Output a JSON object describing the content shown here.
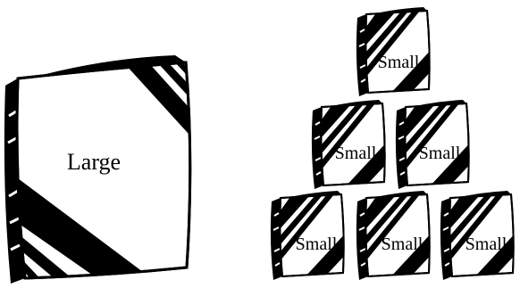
{
  "colors": {
    "ink": "#000000",
    "paper": "#ffffff"
  },
  "large_box": {
    "label": "Large"
  },
  "small_boxes": [
    {
      "label": "Small"
    },
    {
      "label": "Small"
    },
    {
      "label": "Small"
    },
    {
      "label": "Small"
    },
    {
      "label": "Small"
    },
    {
      "label": "Small"
    }
  ]
}
